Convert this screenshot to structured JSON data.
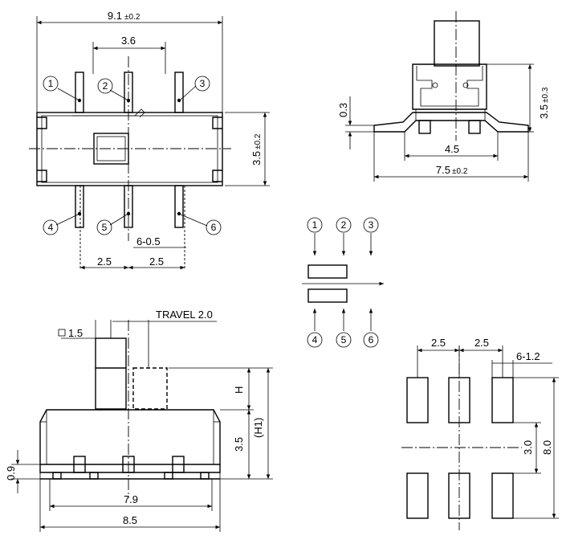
{
  "top_view": {
    "dim_overall_width": "9.1",
    "dim_overall_width_tol": "±0.2",
    "dim_pin_span": "3.6",
    "dim_height": "3.5",
    "dim_height_tol": "±0.2",
    "dim_pin_width": "6-0.5",
    "dim_pitch_left": "2.5",
    "dim_pitch_right": "2.5",
    "pins_top": [
      "1",
      "2",
      "3"
    ],
    "pins_bottom": [
      "4",
      "5",
      "6"
    ]
  },
  "side_view": {
    "dim_lead_offset": "0.3",
    "dim_height": "3.5",
    "dim_height_tol": "±0.3",
    "dim_inner": "4.5",
    "dim_outer": "7.5",
    "dim_outer_tol": "±0.2"
  },
  "schematic": {
    "pins_top": [
      "1",
      "2",
      "3"
    ],
    "pins_bottom": [
      "4",
      "5",
      "6"
    ]
  },
  "front_view": {
    "dim_actuator": "1.5",
    "travel_label": "TRAVEL 2.0",
    "dim_h": "H",
    "dim_h1": "(H1)",
    "dim_body_height": "3.5",
    "dim_standoff": "0.9",
    "dim_pad_span": "7.9",
    "dim_body_width": "8.5"
  },
  "footprint": {
    "dim_pitch_left": "2.5",
    "dim_pitch_right": "2.5",
    "dim_pad": "6-1.2",
    "dim_row_gap": "3.0",
    "dim_total": "8.0"
  }
}
